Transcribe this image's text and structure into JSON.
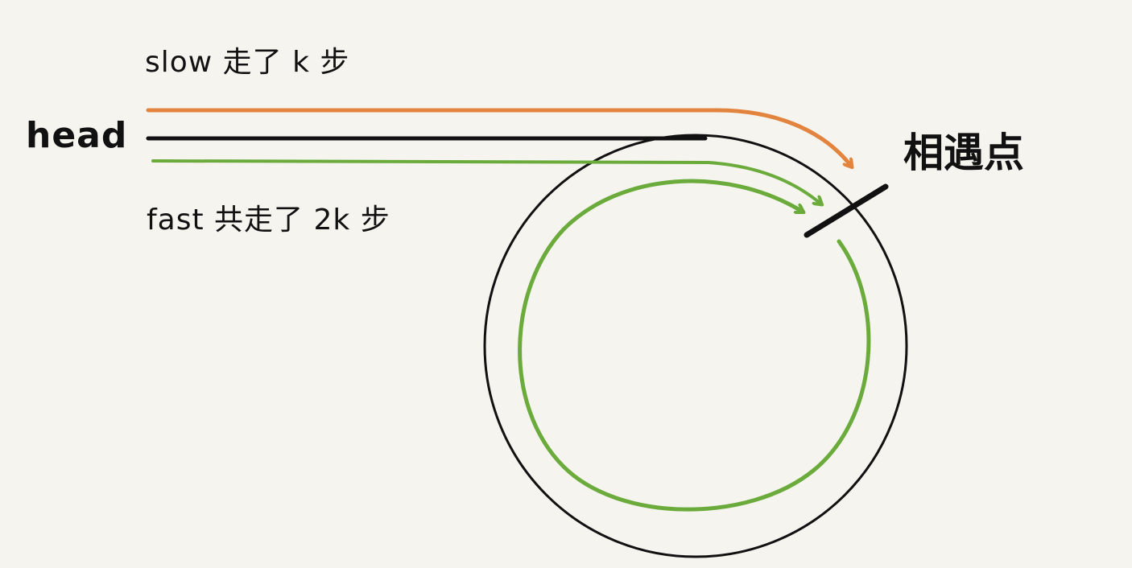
{
  "labels": {
    "slow": "slow 走了 k 步",
    "head": "head",
    "fast": "fast 共走了 2k 步",
    "meeting_point": "相遇点"
  },
  "colors": {
    "background": "#f6f4ef",
    "slow_path": "#e2843d",
    "fast_path": "#6aab3b",
    "list_line": "#111111"
  }
}
